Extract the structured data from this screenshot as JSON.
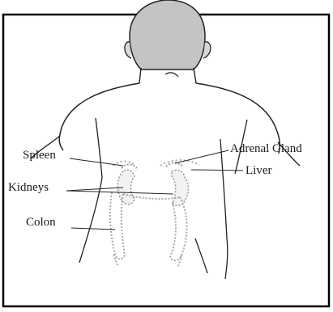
{
  "diagram": {
    "labels": {
      "spleen": "Spleen",
      "kidneys": "Kidneys",
      "colon": "Colon",
      "adrenal_gland": "Adrenal Gland",
      "liver": "Liver"
    }
  }
}
